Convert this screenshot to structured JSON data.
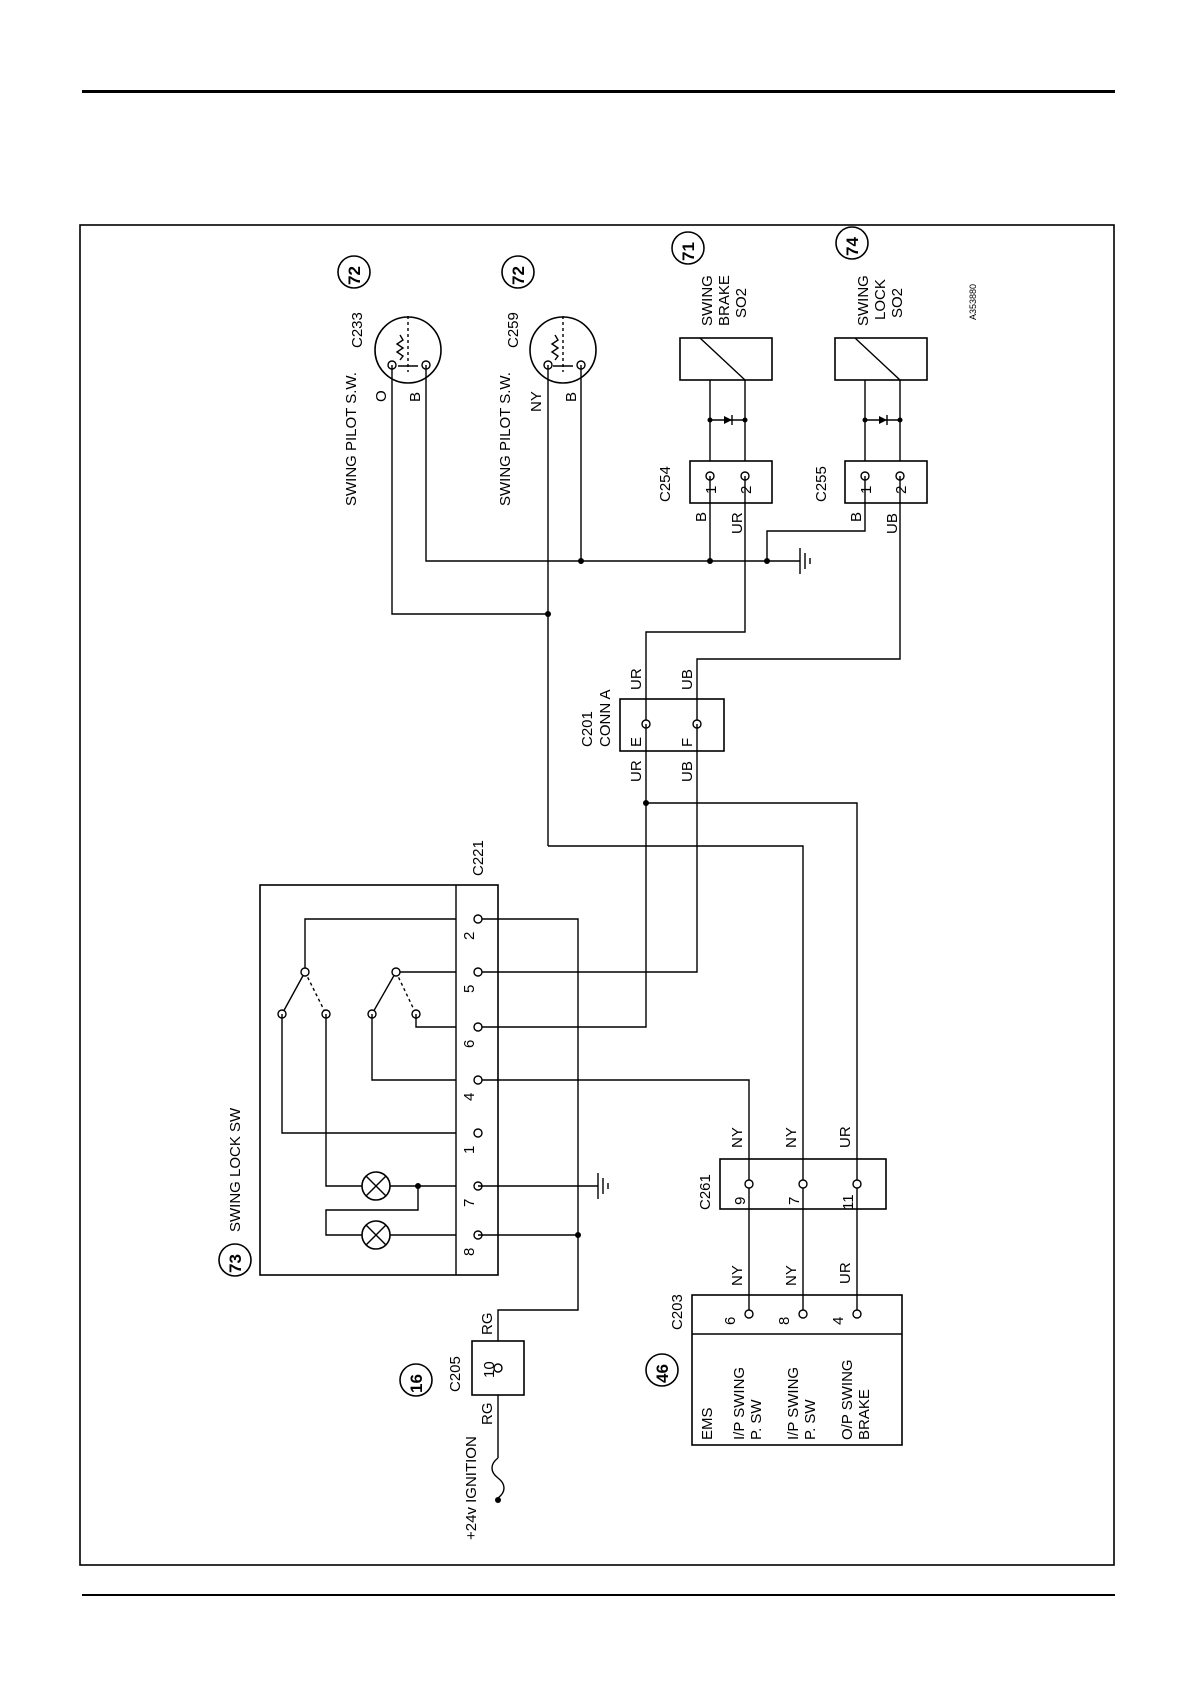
{
  "labels": {
    "ref_code": "A353880",
    "swing_pilot_1": {
      "title": "SWING PILOT S.W.",
      "conn": "C233",
      "tag": "72",
      "pin_a": "O",
      "pin_b": "B"
    },
    "swing_pilot_2": {
      "title": "SWING PILOT S.W.",
      "conn": "C259",
      "tag": "72",
      "pin_a": "NY",
      "pin_b": "B"
    },
    "swing_brake": {
      "line1": "SWING",
      "line2": "BRAKE",
      "line3": "SO2",
      "tag": "71",
      "conn": "C254",
      "pin1": "1",
      "pin2": "2",
      "wire1": "B",
      "wire2": "UR"
    },
    "swing_lock_sol": {
      "line1": "SWING",
      "line2": "LOCK",
      "line3": "SO2",
      "tag": "74",
      "conn": "C255",
      "pin1": "1",
      "pin2": "2",
      "wire1": "B",
      "wire2": "UB"
    },
    "conn_a": {
      "name": "C201",
      "sub": "CONN A",
      "pin_e": "E",
      "pin_f": "F",
      "wire_e_in": "UR",
      "wire_e_out": "UR",
      "wire_f_in": "UB",
      "wire_f_out": "UB"
    },
    "swing_lock_sw": {
      "title": "SWING LOCK SW",
      "tag": "73",
      "conn": "C221",
      "pins": [
        "2",
        "5",
        "6",
        "4",
        "1",
        "7",
        "8"
      ]
    },
    "c261": {
      "name": "C261",
      "pins": [
        "9",
        "7",
        "11"
      ],
      "wires_top": [
        "NY",
        "NY",
        "UR"
      ],
      "wires_bottom": [
        "NY",
        "NY",
        "UR"
      ]
    },
    "c203": {
      "name": "C203",
      "pins": [
        "6",
        "8",
        "4"
      ]
    },
    "ems": {
      "tag": "46",
      "title": "EMS",
      "row1a": "I/P SWING",
      "row1b": "P. SW",
      "row2a": "I/P SWING",
      "row2b": "P. SW",
      "row3a": "O/P SWING",
      "row3b": "BRAKE"
    },
    "ignition": {
      "tag": "16",
      "conn": "C205",
      "pin": "10",
      "wire_in": "RG",
      "wire_out": "RG",
      "supply": "+24v IGNITION"
    }
  }
}
